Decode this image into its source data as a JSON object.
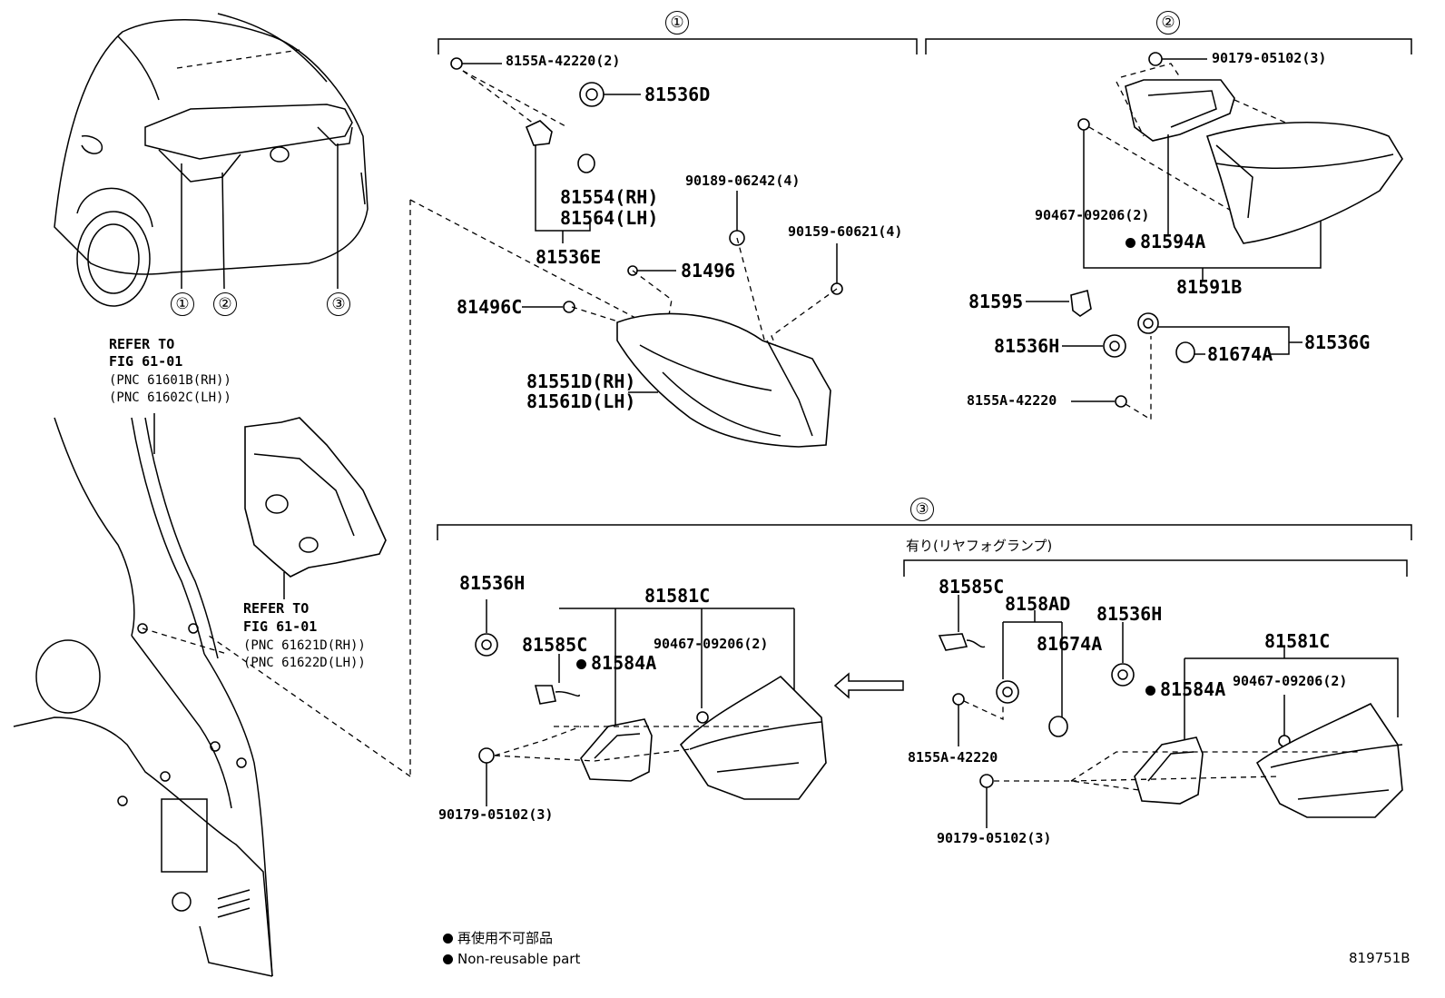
{
  "section_markers": [
    "①",
    "②",
    "③"
  ],
  "car_markers": [
    "①",
    "②",
    "③"
  ],
  "refer_1": {
    "line1": "REFER TO",
    "line2": "FIG 61-01",
    "line3": "(PNC 61601B(RH))",
    "line4": "(PNC 61602C(LH))"
  },
  "refer_2": {
    "line1": "REFER TO",
    "line2": "FIG 61-01",
    "line3": "(PNC 61621D(RH))",
    "line4": "(PNC 61622D(LH))"
  },
  "group1": {
    "p_8155A": "8155A-42220(2)",
    "p_81536D": "81536D",
    "p_81554": "81554(RH)",
    "p_81564": "81564(LH)",
    "p_81536E": "81536E",
    "p_90189": "90189-06242(4)",
    "p_90159": "90159-60621(4)",
    "p_81496": "81496",
    "p_81496C": "81496C",
    "p_81551D": "81551D(RH)",
    "p_81561D": "81561D(LH)"
  },
  "group2": {
    "p_90179": "90179-05102(3)",
    "p_90467": "90467-09206(2)",
    "p_81594A": "81594A",
    "p_81591B": "81591B",
    "p_81595": "81595",
    "p_81536H": "81536H",
    "p_81536G": "81536G",
    "p_81674A": "81674A",
    "p_8155A": "8155A-42220"
  },
  "group3": {
    "fog_note": "有り(リヤフォグランプ)",
    "left": {
      "p_81536H": "81536H",
      "p_81581C": "81581C",
      "p_81585C": "81585C",
      "p_81584A": "81584A",
      "p_90467": "90467-09206(2)",
      "p_90179": "90179-05102(3)"
    },
    "right": {
      "p_81585C": "81585C",
      "p_8158AD": "8158AD",
      "p_81536H": "81536H",
      "p_81674A": "81674A",
      "p_81581C": "81581C",
      "p_81584A": "81584A",
      "p_90467": "90467-09206(2)",
      "p_8155A": "8155A-42220",
      "p_90179": "90179-05102(3)"
    }
  },
  "legend": {
    "jp": "再使用不可部品",
    "en": "Non-reusable part"
  },
  "figure_id": "819751B"
}
